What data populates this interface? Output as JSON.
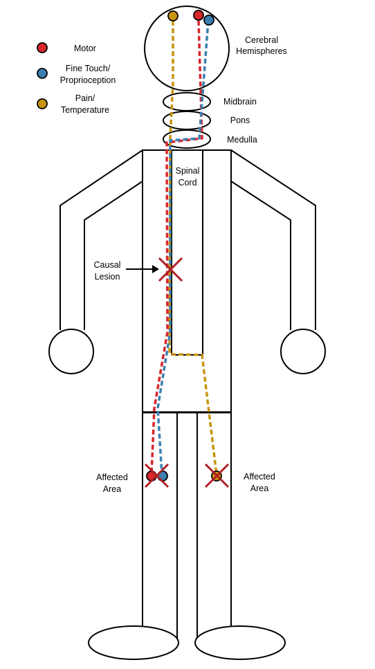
{
  "legend": {
    "motor": "Motor",
    "fine_touch_1": "Fine Touch/",
    "fine_touch_2": "Proprioception",
    "pain_1": "Pain/",
    "pain_2": "Temperature"
  },
  "labels": {
    "cerebral_1": "Cerebral",
    "cerebral_2": "Hemispheres",
    "midbrain": "Midbrain",
    "pons": "Pons",
    "medulla": "Medulla",
    "spinal_1": "Spinal",
    "spinal_2": "Cord",
    "lesion_1": "Causal",
    "lesion_2": "Lesion",
    "affected_left_1": "Affected",
    "affected_left_2": "Area",
    "affected_right_1": "Affected",
    "affected_right_2": "Area"
  },
  "colors": {
    "motor": "#d8262c",
    "fine_touch": "#3b7fb0",
    "pain": "#c8940f",
    "lesion_x": "#b01e23"
  }
}
